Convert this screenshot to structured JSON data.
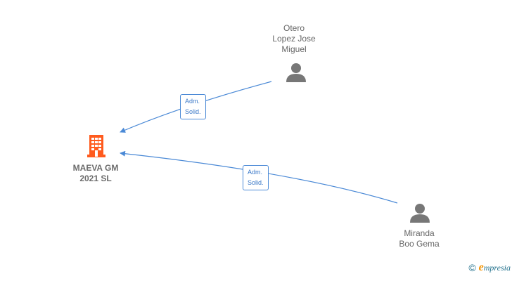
{
  "nodes": {
    "company": {
      "line1": "MAEVA GM",
      "line2": "2021  SL",
      "icon": "building-icon",
      "color": "#ff5b1e"
    },
    "person_top": {
      "line1": "Otero",
      "line2": "Lopez Jose",
      "line3": "Miguel",
      "icon": "person-icon",
      "color": "#777777"
    },
    "person_bottom": {
      "line1": "Miranda",
      "line2": "Boo Gema",
      "icon": "person-icon",
      "color": "#777777"
    }
  },
  "edges": [
    {
      "label_line1": "Adm.",
      "label_line2": "Solid.",
      "color": "#4a89d6"
    },
    {
      "label_line1": "Adm.",
      "label_line2": "Solid.",
      "color": "#4a89d6"
    }
  ],
  "brand": {
    "copyright": "©",
    "name_initial": "e",
    "name_rest": "mpresia"
  }
}
